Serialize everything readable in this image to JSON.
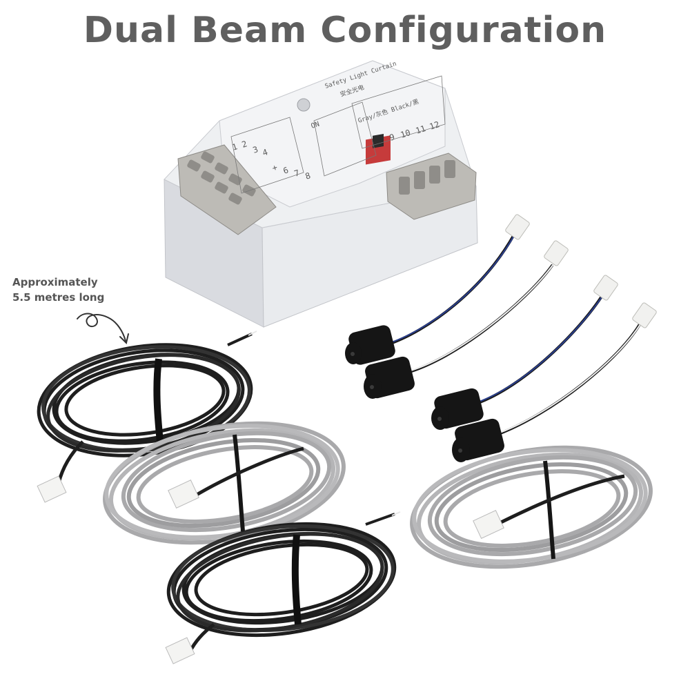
{
  "title": "Dual Beam Configuration",
  "callout": {
    "line1": "Approximately",
    "line2": "5.5 metres long"
  },
  "controller_label": {
    "heading_en": "Safety Light Curtain",
    "heading_cn": "安全光电",
    "left_terminals": [
      "1",
      "2",
      "3",
      "4"
    ],
    "mid_terminals": [
      "+",
      "6",
      "7",
      "8"
    ],
    "right_terminals": [
      "9",
      "10",
      "11",
      "12"
    ],
    "gray_black": "Gray/灰色 Black/黑",
    "on_label": "ON"
  },
  "colors": {
    "title": "#5f5f5f",
    "housing": "#e6e8ec",
    "terminal": "#b9b7b3",
    "cable_black": "#1e1e1e",
    "cable_gray": "#a9a9ab",
    "sensor": "#151515",
    "wire_blue": "#2a3f8f"
  }
}
